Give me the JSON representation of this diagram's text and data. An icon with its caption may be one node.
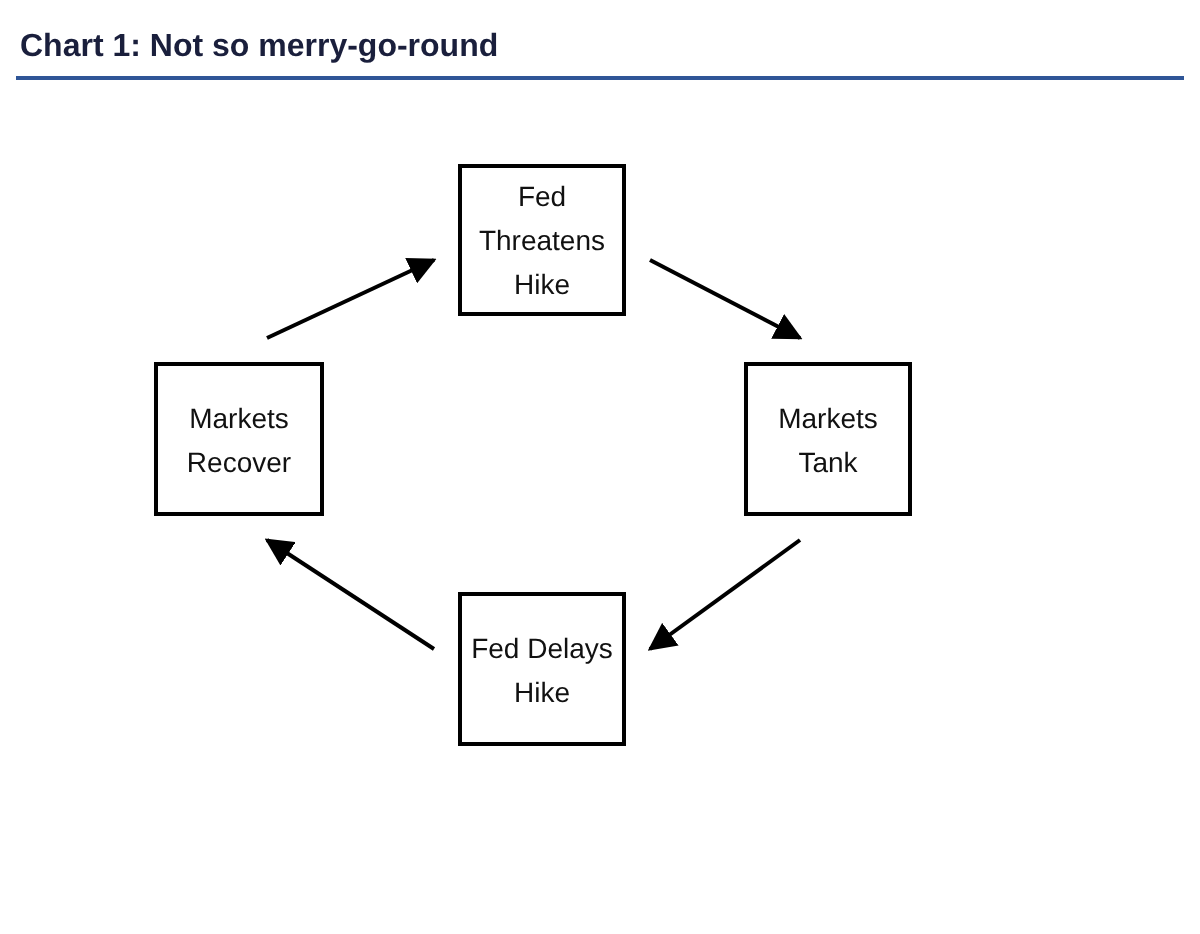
{
  "diagram": {
    "title": "Chart 1: Not so merry-go-round",
    "nodes": [
      {
        "text": [
          "Fed Threatens Hike"
        ]
      },
      {
        "text": [
          "Markets Recover"
        ]
      },
      {
        "text": [
          "Markets Tank"
        ]
      },
      {
        "text": [
          "Fed Delays Hike"
        ]
      }
    ],
    "edges": [
      {
        "from": 1,
        "to": 0,
        "arrow": "to"
      },
      {
        "from": 0,
        "to": 2,
        "arrow": "to"
      },
      {
        "from": 2,
        "to": 3,
        "arrow": "to"
      },
      {
        "from": 3,
        "to": 1,
        "arrow": "to"
      }
    ]
  }
}
